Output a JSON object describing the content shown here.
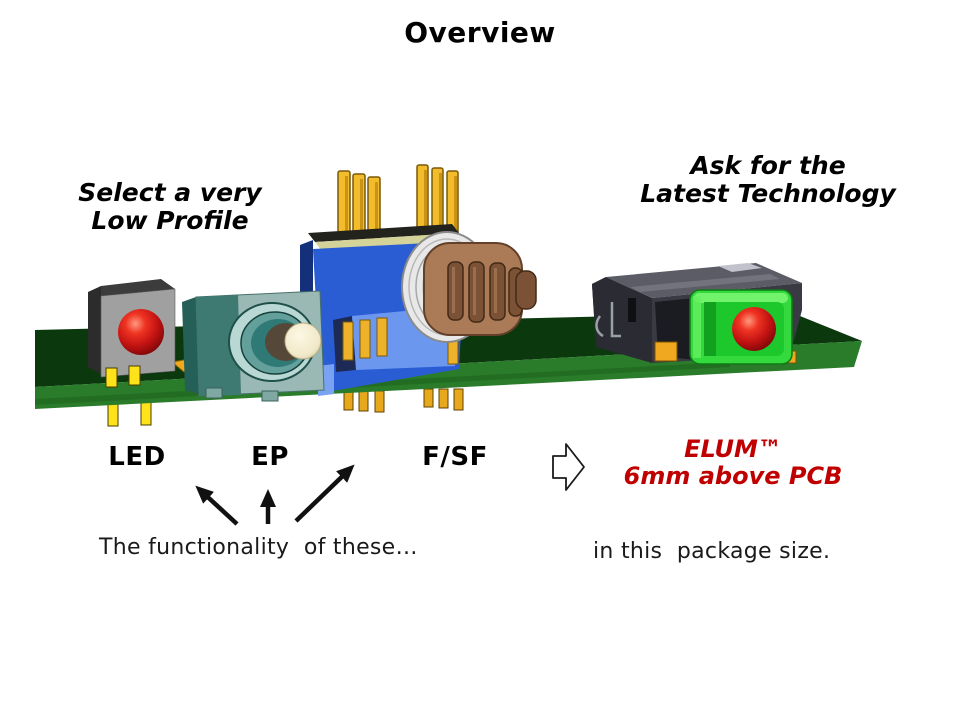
{
  "slide": {
    "title": "Overview",
    "left_caption": {
      "line1": "Select a very",
      "line2": "Low Profile"
    },
    "right_caption": {
      "line1": "Ask for the",
      "line2": "Latest Technology"
    },
    "labels": {
      "led": "LED",
      "ep": "EP",
      "fsf": "F/SF"
    },
    "elum": {
      "line1": "ELUM™",
      "line2": "6mm above PCB"
    },
    "bottom_left": "The functionality  of these…",
    "bottom_right": "in this  package size.",
    "colors": {
      "accent_red": "#c00000",
      "text": "#000000",
      "background": "#ffffff",
      "pcb_top": "#0c380e",
      "pcb_edge": "#2a7c2a"
    }
  },
  "icons": {
    "block_arrow_right": "⇨",
    "arrow_up_left": "↖",
    "arrow_up": "↑",
    "arrow_up_right": "↗"
  }
}
